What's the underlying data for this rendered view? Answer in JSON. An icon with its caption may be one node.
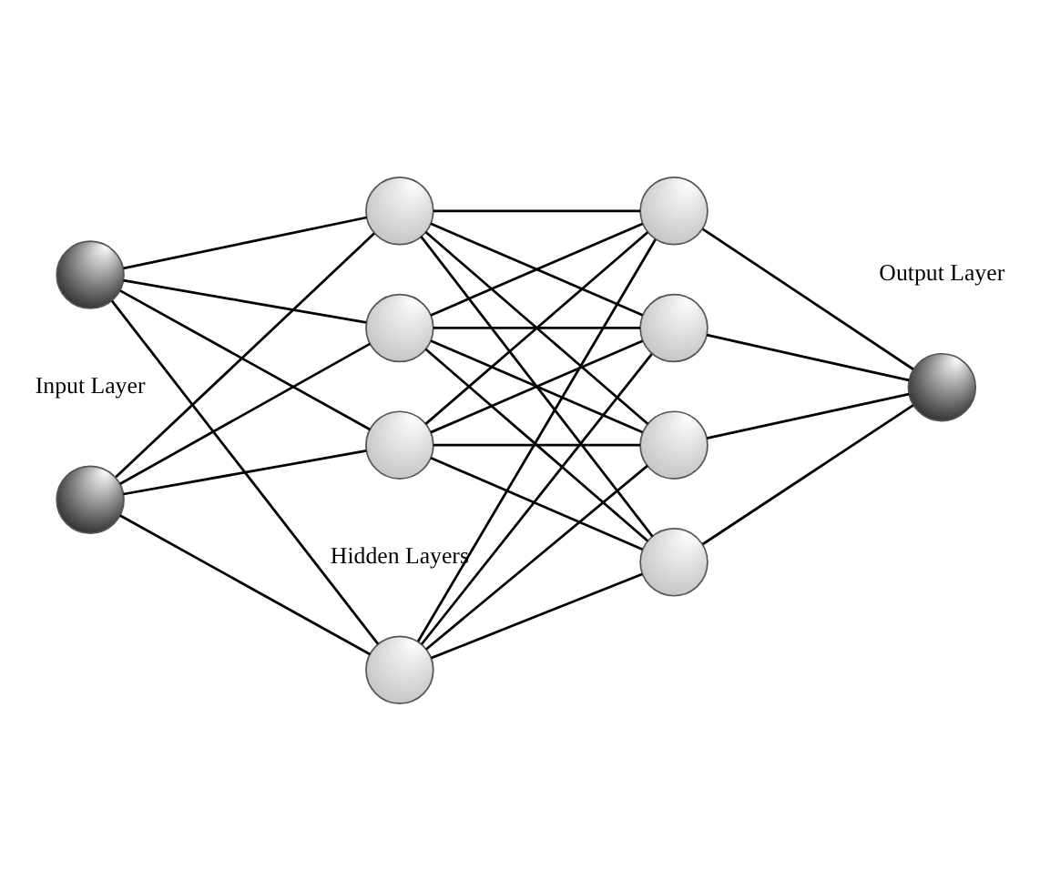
{
  "diagram": {
    "nodes": [
      {
        "text": [],
        "shape": "circle"
      },
      {
        "text": [],
        "shape": "circle"
      },
      {
        "text": [],
        "shape": "circle"
      },
      {
        "text": [],
        "shape": "circle"
      },
      {
        "text": [],
        "shape": "circle"
      },
      {
        "text": [],
        "shape": "circle"
      },
      {
        "text": [],
        "shape": "circle"
      },
      {
        "text": [],
        "shape": "circle"
      },
      {
        "text": [],
        "shape": "circle"
      },
      {
        "text": [],
        "shape": "circle"
      },
      {
        "text": [],
        "shape": "circle"
      }
    ],
    "edges": [
      {
        "from": 0,
        "to": 2,
        "arrow": "none"
      },
      {
        "from": 0,
        "to": 3,
        "arrow": "none"
      },
      {
        "from": 0,
        "to": 4,
        "arrow": "none"
      },
      {
        "from": 0,
        "to": 5,
        "arrow": "none"
      },
      {
        "from": 1,
        "to": 2,
        "arrow": "none"
      },
      {
        "from": 1,
        "to": 3,
        "arrow": "none"
      },
      {
        "from": 1,
        "to": 4,
        "arrow": "none"
      },
      {
        "from": 1,
        "to": 5,
        "arrow": "none"
      },
      {
        "from": 2,
        "to": 6,
        "arrow": "none"
      },
      {
        "from": 2,
        "to": 7,
        "arrow": "none"
      },
      {
        "from": 2,
        "to": 8,
        "arrow": "none"
      },
      {
        "from": 2,
        "to": 9,
        "arrow": "none"
      },
      {
        "from": 3,
        "to": 6,
        "arrow": "none"
      },
      {
        "from": 3,
        "to": 7,
        "arrow": "none"
      },
      {
        "from": 3,
        "to": 8,
        "arrow": "none"
      },
      {
        "from": 3,
        "to": 9,
        "arrow": "none"
      },
      {
        "from": 4,
        "to": 6,
        "arrow": "none"
      },
      {
        "from": 4,
        "to": 7,
        "arrow": "none"
      },
      {
        "from": 4,
        "to": 8,
        "arrow": "none"
      },
      {
        "from": 4,
        "to": 9,
        "arrow": "none"
      },
      {
        "from": 5,
        "to": 6,
        "arrow": "none"
      },
      {
        "from": 5,
        "to": 7,
        "arrow": "none"
      },
      {
        "from": 5,
        "to": 8,
        "arrow": "none"
      },
      {
        "from": 5,
        "to": 9,
        "arrow": "none"
      },
      {
        "from": 6,
        "to": 10,
        "arrow": "none"
      },
      {
        "from": 7,
        "to": 10,
        "arrow": "none"
      },
      {
        "from": 8,
        "to": 10,
        "arrow": "none"
      },
      {
        "from": 9,
        "to": 10,
        "arrow": "none"
      }
    ],
    "labels": [
      "Hidden Layers",
      "Input Layer",
      "Output Layer"
    ]
  }
}
